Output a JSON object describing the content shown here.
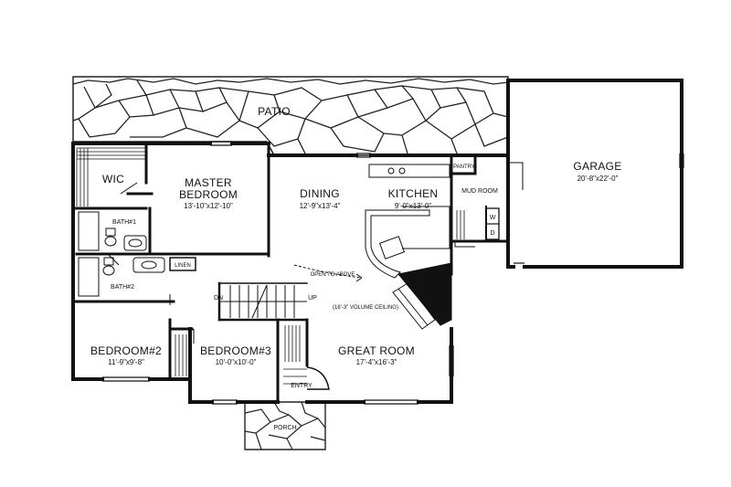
{
  "colors": {
    "wall": "#111111",
    "stone": "#222222",
    "paper": "#ffffff"
  },
  "rooms": {
    "patio": {
      "name": "PATIO"
    },
    "garage": {
      "name": "GARAGE",
      "dim": "20'-8\"x22'-0\""
    },
    "wic": {
      "name": "WIC"
    },
    "master": {
      "name_line1": "MASTER",
      "name_line2": "BEDROOM",
      "dim": "13'-10\"x12'-10\""
    },
    "dining": {
      "name": "DINING",
      "dim": "12'-9\"x13'-4\""
    },
    "kitchen": {
      "name": "KITCHEN",
      "dim": "9'-0\"x13'-0\""
    },
    "pantry": {
      "name": "PANTRY"
    },
    "mudroom": {
      "name": "MUD ROOM"
    },
    "bath1": {
      "name": "BATH#1"
    },
    "bath2": {
      "name": "BATH#2"
    },
    "linen": {
      "name": "LINEN"
    },
    "bedroom2": {
      "name": "BEDROOM#2",
      "dim": "11'-9\"x9'-8\""
    },
    "bedroom3": {
      "name": "BEDROOM#3",
      "dim": "10'-0\"x10'-0\""
    },
    "great": {
      "name": "GREAT ROOM",
      "dim": "17'-4\"x16'-3\""
    },
    "entry": {
      "name": "ENTRY"
    },
    "porch": {
      "name": "PORCH"
    }
  },
  "notes": {
    "open_above": "OPEN TO ABOVE",
    "volume": "(16'-3\" VOLUME CEILING)",
    "stair_dn": "DN",
    "stair_up": "UP",
    "washer": "W",
    "dryer": "D"
  }
}
